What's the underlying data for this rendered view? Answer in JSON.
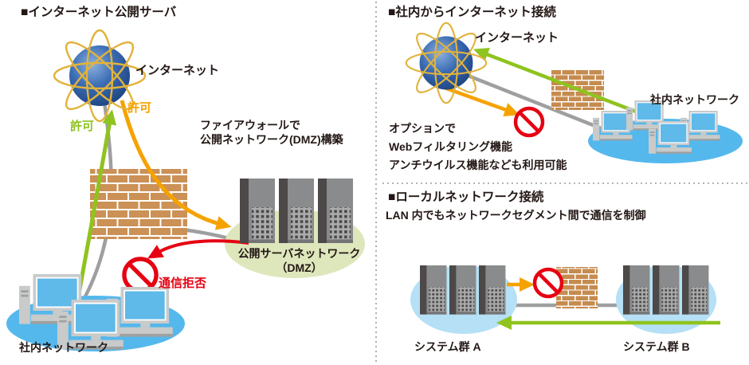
{
  "colors": {
    "allow_green": "#8FC31F",
    "allow_orange": "#F5A200",
    "deny_red": "#E60012",
    "line_gray": "#9E9FA0",
    "brick": "#CB9156",
    "network_blue": "#54B8EC",
    "network_blue_light": "#B5E0F5",
    "dmz_green": "#DEE7BC",
    "text": "#231815"
  },
  "panel_left": {
    "title": "■インターネット公開サーバ",
    "internet_label": "インターネット",
    "allow_green_label": "許可",
    "allow_orange_label": "許可",
    "firewall_note_1": "ファイアウォールで",
    "firewall_note_2": "公開ネットワーク(DMZ)構築",
    "dmz_label_1": "公開サーバネットワーク",
    "dmz_label_2": "（DMZ）",
    "deny_label": "通信拒否",
    "lan_label": "社内ネットワーク"
  },
  "panel_top_right": {
    "title": "■社内からインターネット接続",
    "internet_label": "インターネット",
    "lan_label": "社内ネットワーク",
    "note_1": "オプションで",
    "note_2": "Webフィルタリング機能",
    "note_3": "アンチウイルス機能なども利用可能"
  },
  "panel_bottom_right": {
    "title": "■ローカルネットワーク接続",
    "subtitle": "LAN 内でもネットワークセグメント間で通信を制御",
    "group_a_label": "システム群 A",
    "group_b_label": "システム群 B"
  }
}
